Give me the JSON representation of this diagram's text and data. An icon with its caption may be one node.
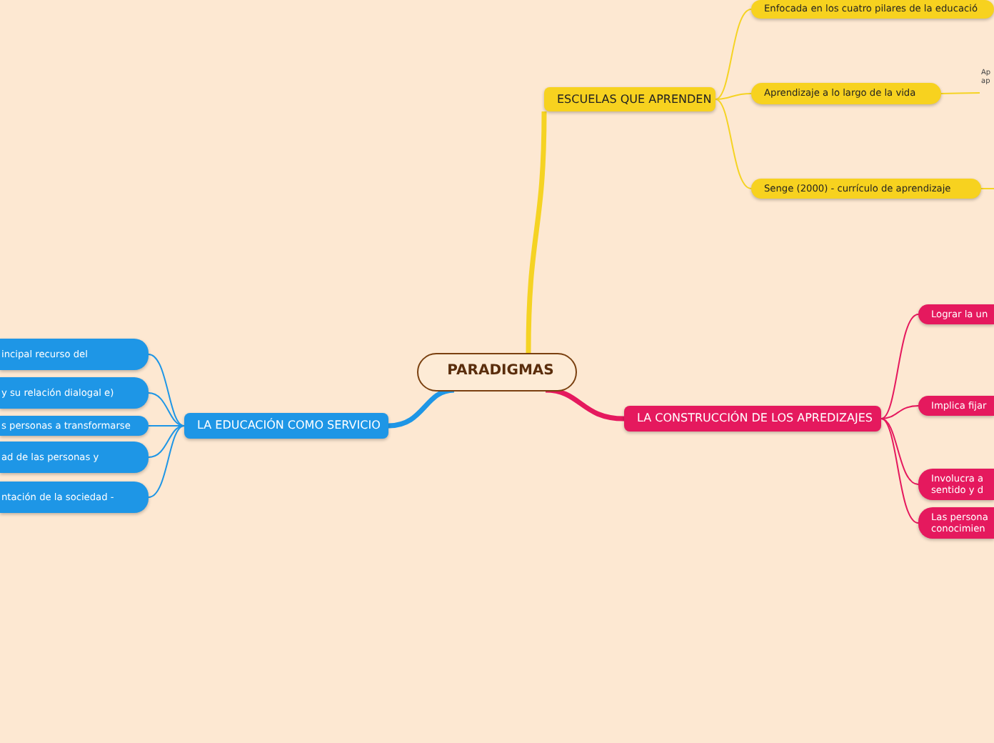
{
  "diagram": {
    "nodes": [
      {
        "text": [
          "PARADIGMAS"
        ]
      },
      {
        "text": [
          "ESCUELAS QUE APRENDEN"
        ]
      },
      {
        "text": [
          "Enfocada en los cuatro pilares de la educació"
        ]
      },
      {
        "text": [
          "Aprendizaje a lo largo de la vida"
        ]
      },
      {
        "text": [
          "Senge (2000) - currículo de aprendizaje"
        ]
      },
      {
        "text": [
          "Ap ap"
        ]
      },
      {
        "text": [
          "LA EDUCACIÓN COMO SERVICIO"
        ]
      },
      {
        "text": [
          "incipal recurso del"
        ]
      },
      {
        "text": [
          "y su relación dialogal e)"
        ]
      },
      {
        "text": [
          "s personas a transformarse"
        ]
      },
      {
        "text": [
          "ad de las personas y"
        ]
      },
      {
        "text": [
          "ntación de la sociedad -"
        ]
      },
      {
        "text": [
          "LA CONSTRUCCIÓN DE LOS APREDIZAJES"
        ]
      },
      {
        "text": [
          "Lograr la un"
        ]
      },
      {
        "text": [
          "Implica fijar"
        ]
      },
      {
        "text": [
          "Involucra a sentido y d"
        ]
      },
      {
        "text": [
          "Las persona conocimien"
        ]
      }
    ],
    "edges": [
      {
        "from": 0,
        "to": 1,
        "arrow": "none",
        "style": "thick",
        "color": "#f5d323"
      },
      {
        "from": 1,
        "to": 2,
        "arrow": "none",
        "color": "#f5d323"
      },
      {
        "from": 1,
        "to": 3,
        "arrow": "none",
        "color": "#f5d323"
      },
      {
        "from": 1,
        "to": 4,
        "arrow": "none",
        "color": "#f5d323"
      },
      {
        "from": 3,
        "to": 5,
        "arrow": "none",
        "color": "#f5d323"
      },
      {
        "from": 4,
        "to": null,
        "arrow": "none",
        "color": "#f5d323"
      },
      {
        "from": 0,
        "to": 6,
        "arrow": "none",
        "style": "thick",
        "color": "#1e96e6"
      },
      {
        "from": 6,
        "to": 7,
        "arrow": "none",
        "color": "#1e96e6"
      },
      {
        "from": 6,
        "to": 8,
        "arrow": "none",
        "color": "#1e96e6"
      },
      {
        "from": 6,
        "to": 9,
        "arrow": "none",
        "color": "#1e96e6"
      },
      {
        "from": 6,
        "to": 10,
        "arrow": "none",
        "color": "#1e96e6"
      },
      {
        "from": 6,
        "to": 11,
        "arrow": "none",
        "color": "#1e96e6"
      },
      {
        "from": 0,
        "to": 12,
        "arrow": "none",
        "style": "thick",
        "color": "#e5195e"
      },
      {
        "from": 12,
        "to": 13,
        "arrow": "none",
        "color": "#e5195e"
      },
      {
        "from": 12,
        "to": 14,
        "arrow": "none",
        "color": "#e5195e"
      },
      {
        "from": 12,
        "to": 15,
        "arrow": "none",
        "color": "#e5195e"
      },
      {
        "from": 12,
        "to": 16,
        "arrow": "none",
        "color": "#e5195e"
      }
    ]
  }
}
